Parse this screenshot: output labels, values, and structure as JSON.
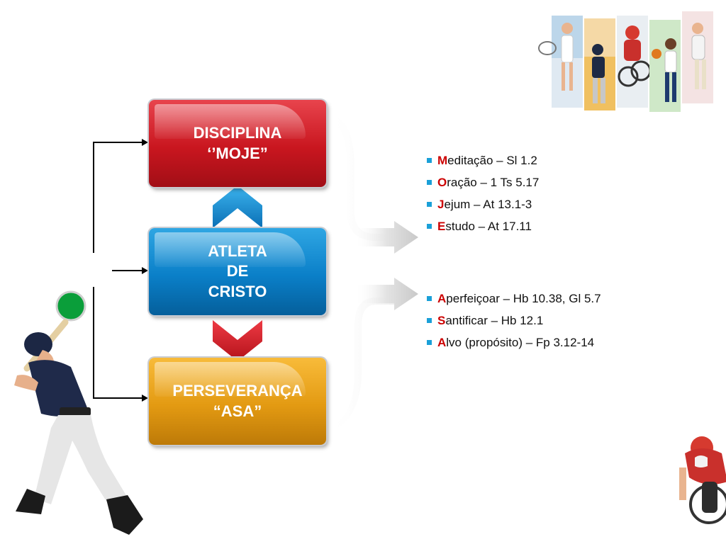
{
  "boxes": {
    "disciplina": {
      "line1": "DISCIPLINA",
      "line2": "‘’MOJE”"
    },
    "atleta": {
      "line1": "ATLETA",
      "line2": "DE",
      "line3": "CRISTO"
    },
    "perseveranca": {
      "line1": "PERSEVERANÇA",
      "line2": "“ASA”"
    }
  },
  "moje_list": [
    {
      "initial": "M",
      "rest": "editação – Sl 1.2"
    },
    {
      "initial": "O",
      "rest": "ração – 1 Ts 5.17"
    },
    {
      "initial": "J",
      "rest": "ejum – At 13.1-3"
    },
    {
      "initial": "E",
      "rest": "studo – At 17.11"
    }
  ],
  "asa_list": [
    {
      "initial": "A",
      "rest": "perfeiçoar – Hb 10.38, Gl 5.7"
    },
    {
      "initial": "S",
      "rest": "antificar – Hb 12.1"
    },
    {
      "initial": "A",
      "rest": "lvo (propósito) – Fp 3.12-14"
    }
  ],
  "colors": {
    "red": "#c9161f",
    "blue": "#0a7fc8",
    "orange": "#e39a12",
    "bullet": "#1aa0d8",
    "initial": "#cc0000",
    "green_ball": "#0a9e3a"
  },
  "images": {
    "athletes_strip": "athletes-photo-strip",
    "baseball_player": "baseball-batter-photo",
    "cyclist": "cyclist-photo"
  }
}
